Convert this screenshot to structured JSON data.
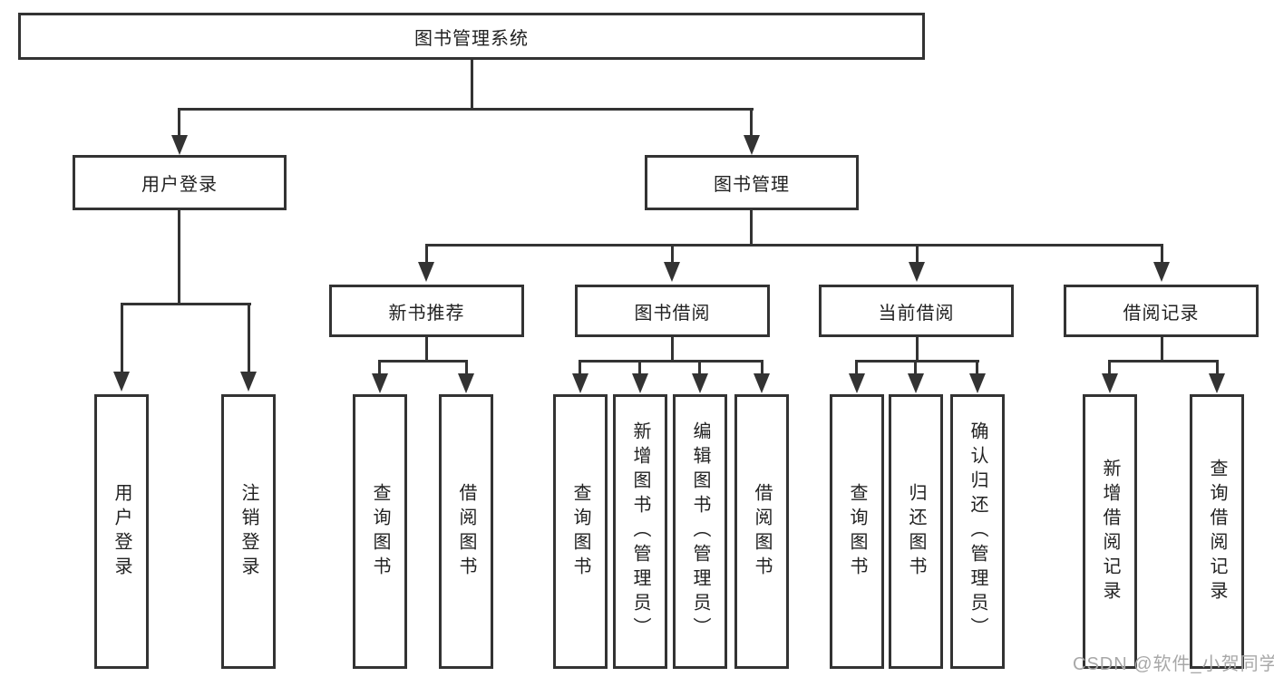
{
  "diagram": {
    "root": {
      "label": "图书管理系统"
    },
    "branches": [
      {
        "label": "用户登录",
        "children": [
          {
            "label": "用户登录"
          },
          {
            "label": "注销登录"
          }
        ]
      },
      {
        "label": "图书管理",
        "children": [
          {
            "label": "新书推荐",
            "children": [
              {
                "label": "查询图书"
              },
              {
                "label": "借阅图书"
              }
            ]
          },
          {
            "label": "图书借阅",
            "children": [
              {
                "label": "查询图书"
              },
              {
                "label": "新增图书（管理员）"
              },
              {
                "label": "编辑图书（管理员）"
              },
              {
                "label": "借阅图书"
              }
            ]
          },
          {
            "label": "当前借阅",
            "children": [
              {
                "label": "查询图书"
              },
              {
                "label": "归还图书"
              },
              {
                "label": "确认归还（管理员）"
              }
            ]
          },
          {
            "label": "借阅记录",
            "children": [
              {
                "label": "新增借阅记录"
              },
              {
                "label": "查询借阅记录"
              }
            ]
          }
        ]
      }
    ]
  },
  "watermark": {
    "text": "CSDN @软件_小贺同学"
  },
  "colors": {
    "line": "#333333",
    "border": "#333333",
    "text": "#222222",
    "background": "#ffffff",
    "watermark": "#a8a8a8"
  }
}
